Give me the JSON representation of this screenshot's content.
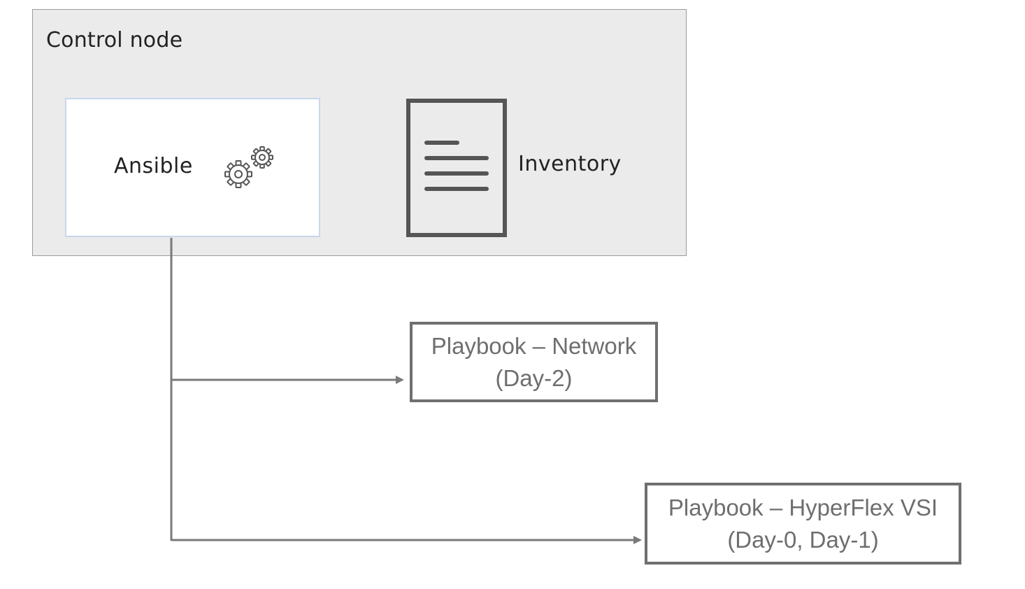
{
  "control_node": {
    "title": "Control node",
    "ansible": {
      "label": "Ansible",
      "icon": "gears-icon"
    },
    "inventory": {
      "label": "Inventory",
      "icon": "document-icon"
    }
  },
  "playbooks": [
    {
      "title": "Playbook – Network",
      "subtitle": "(Day-2)"
    },
    {
      "title": "Playbook – HyperFlex VSI",
      "subtitle": "(Day-0, Day-1)"
    }
  ],
  "colors": {
    "container_fill": "#ebebeb",
    "container_border": "#9a9a9a",
    "connector": "#7a7a7a",
    "playbook_border": "#6f6f6f",
    "playbook_text": "#6e6e6e"
  }
}
